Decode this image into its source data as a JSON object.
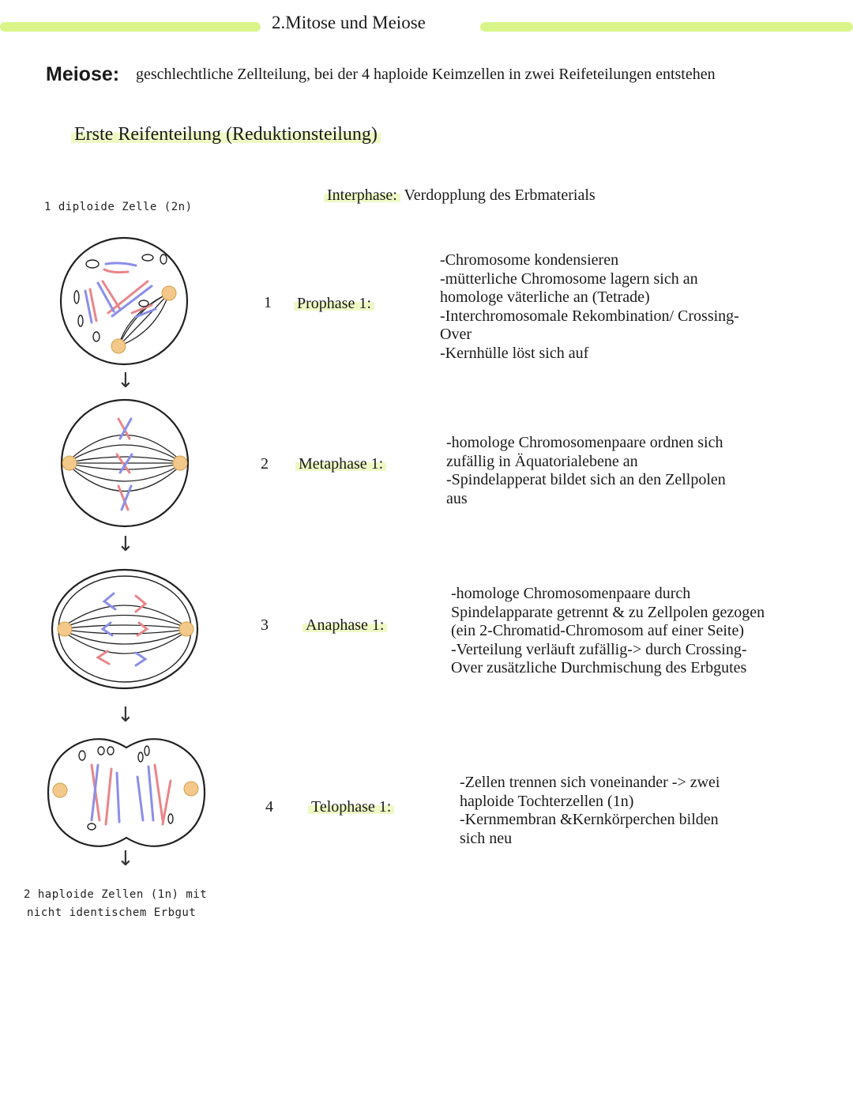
{
  "header": {
    "title": "2.Mitose und Meiose"
  },
  "meiose": {
    "term": "Meiose:",
    "definition": "geschlechtliche Zellteilung, bei der 4 haploide Keimzellen in zwei Reifeteilungen entstehen"
  },
  "section": {
    "heading": "Erste Reifenteilung (Reduktionsteilung)"
  },
  "interphase": {
    "label": "Interphase:",
    "text": "Verdopplung des Erbmaterials"
  },
  "diagram": {
    "start_label": "1 diploide Zelle (2n)",
    "end_label_line1": "2 haploide Zellen (1n) mit",
    "end_label_line2": "nicht identischem Erbgut",
    "arrow": "↓",
    "colors": {
      "maternal": "#e8868a",
      "paternal": "#8b8fe8",
      "centrosome": "#f2c98a",
      "membrane": "#222222",
      "accent": "#d9f58a"
    }
  },
  "phases": [
    {
      "number": "1",
      "name": "Prophase 1:",
      "description": "-Chromosome kondensieren\n-mütterliche Chromosome lagern sich an\nhomologe väterliche an (Tetrade)\n-Interchromosomale Rekombination/ Crossing-\nOver\n-Kernhülle löst sich auf"
    },
    {
      "number": "2",
      "name": "Metaphase 1:",
      "description": "-homologe Chromosomenpaare ordnen sich\nzufällig in Äquatorialebene an\n-Spindelapperat bildet sich an den Zellpolen\naus"
    },
    {
      "number": "3",
      "name": "Anaphase 1:",
      "description": "-homologe Chromosomenpaare durch\nSpindelapparate getrennt & zu Zellpolen gezogen\n(ein 2-Chromatid-Chromosom auf einer Seite)\n-Verteilung verläuft zufällig-> durch Crossing-\nOver zusätzliche Durchmischung des Erbgutes"
    },
    {
      "number": "4",
      "name": "Telophase 1:",
      "description": "-Zellen trennen sich voneinander -> zwei\nhaploide Tochterzellen (1n)\n-Kernmembran &Kernkörperchen bilden\nsich neu"
    }
  ]
}
